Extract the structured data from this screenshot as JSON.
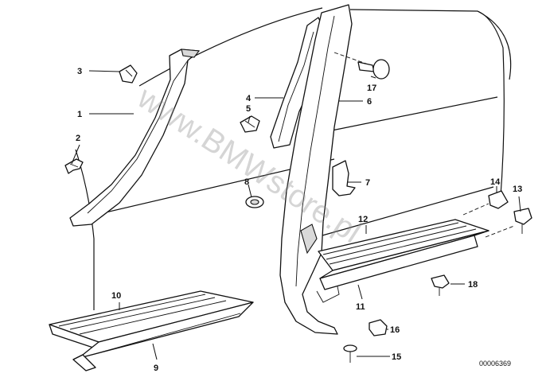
{
  "diagram": {
    "document_number": "00006369",
    "watermark": "www.BMWstore.pl",
    "callouts": [
      {
        "id": "c1",
        "label": "1"
      },
      {
        "id": "c2",
        "label": "2"
      },
      {
        "id": "c3",
        "label": "3"
      },
      {
        "id": "c4",
        "label": "4"
      },
      {
        "id": "c5",
        "label": "5"
      },
      {
        "id": "c6",
        "label": "6"
      },
      {
        "id": "c7",
        "label": "7"
      },
      {
        "id": "c8",
        "label": "8"
      },
      {
        "id": "c9",
        "label": "9"
      },
      {
        "id": "c10",
        "label": "10"
      },
      {
        "id": "c11",
        "label": "11"
      },
      {
        "id": "c12",
        "label": "12"
      },
      {
        "id": "c13",
        "label": "13"
      },
      {
        "id": "c14",
        "label": "14"
      },
      {
        "id": "c15",
        "label": "15"
      },
      {
        "id": "c16",
        "label": "16"
      },
      {
        "id": "c17",
        "label": "17"
      },
      {
        "id": "c18",
        "label": "18"
      }
    ]
  }
}
